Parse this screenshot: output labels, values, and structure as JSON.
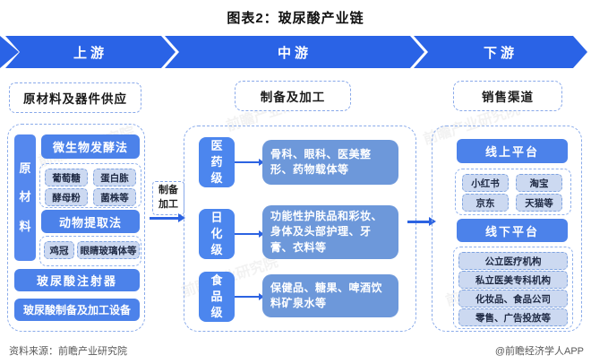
{
  "title": "图表2：玻尿酸产业链",
  "banner": {
    "upstream": "上游",
    "midstream": "中游",
    "downstream": "下游"
  },
  "upstream": {
    "header": "原材料及器件供应",
    "raw_material": "原材料",
    "fermentation": {
      "title": "微生物发酵法",
      "items": [
        "葡萄糖",
        "蛋白胨",
        "酵母粉",
        "菌株等"
      ]
    },
    "animal": {
      "title": "动物提取法",
      "items": [
        "鸡冠",
        "眼睛玻璃体等"
      ]
    },
    "injector": "玻尿酸注射器",
    "equipment": "玻尿酸制备及加工设备"
  },
  "process_arrow_label": "制备加工",
  "midstream": {
    "header": "制备及加工",
    "grades": [
      {
        "label": "医药级",
        "applications": "骨科、眼科、医美整形、药物载体等"
      },
      {
        "label": "日化级",
        "applications": "功能性护肤品和彩妆、身体及头部护理、牙膏、衣料等"
      },
      {
        "label": "食品级",
        "applications": "保健品、糖果、啤酒饮料矿泉水等"
      }
    ]
  },
  "downstream": {
    "header": "销售渠道",
    "online": {
      "title": "线上平台",
      "items": [
        "小红书",
        "淘宝",
        "京东",
        "天猫等"
      ]
    },
    "offline": {
      "title": "线下平台",
      "items": [
        "公立医疗机构",
        "私立医美专科机构",
        "化妆品、食品公司",
        "零售、广告投放等"
      ]
    }
  },
  "footer": {
    "source": "资料来源：前瞻产业研究院",
    "credit": "@前瞻经济学人APP"
  },
  "watermark": "前瞻产业研究院",
  "colors": {
    "banner_blue": "#2a63e6",
    "solid_blue": "#4c82ea",
    "grade_blue": "#4c86ee",
    "content_blue": "#6d98da",
    "chip_bg": "#ccd9f1",
    "dashed_border": "#89a9ea",
    "arrow_blue": "#2c63e2"
  }
}
